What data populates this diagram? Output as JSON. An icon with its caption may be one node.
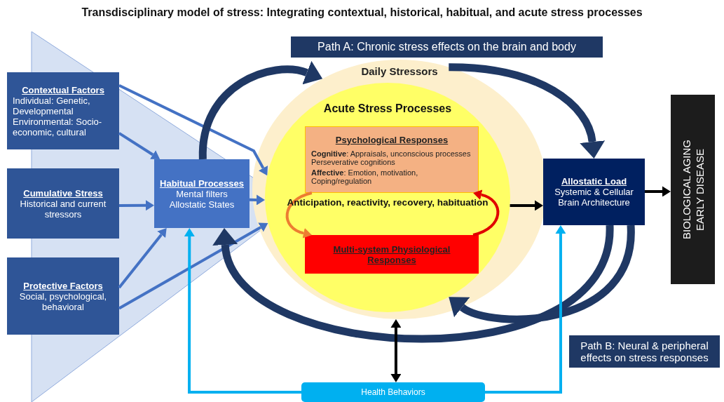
{
  "diagram": {
    "title": "Transdisciplinary model of stress: Integrating contextual, historical, habitual, and acute stress processes",
    "nodes": [
      {
        "text": [
          "Path A: Chronic stress effects on the brain and body"
        ]
      },
      {
        "text": [
          "Contextual Factors",
          "Individual: Genetic, Developmental",
          "Environmental: Socio-economic, cultural"
        ]
      },
      {
        "text": [
          "Cumulative Stress",
          "Historical and current stressors"
        ]
      },
      {
        "text": [
          "Protective Factors",
          "Social, psychological, behavioral"
        ]
      },
      {
        "text": [
          "Habitual Processes",
          "Mental filters",
          "Allostatic States"
        ]
      },
      {
        "text": [
          "Daily Stressors"
        ]
      },
      {
        "text": [
          "Acute Stress Processes",
          "Anticipation, reactivity, recovery, habituation"
        ],
        "in": 5
      },
      {
        "text": [
          "Psychological Responses",
          "**Cognitive**: Appraisals, unconscious processes Perseverative cognitions",
          "**Affective**: Emotion, motivation, Coping/regulation"
        ],
        "in": 6
      },
      {
        "text": [
          "Multi-system Physiological Responses"
        ],
        "in": 6
      },
      {
        "text": [
          "Allostatic Load",
          "Systemic & Cellular",
          "Brain Architecture"
        ]
      },
      {
        "text": [
          "BIOLOGICAL AGING",
          "EARLY DISEASE"
        ]
      },
      {
        "text": [
          "Path B: Neural & peripheral effects on stress responses"
        ]
      },
      {
        "text": [
          "Health Behaviors"
        ]
      }
    ],
    "edges": [
      {
        "from": 1,
        "to": 4,
        "arrow": "to"
      },
      {
        "from": 1,
        "to": 6,
        "arrow": "to"
      },
      {
        "from": 2,
        "to": 4,
        "arrow": "to"
      },
      {
        "from": 3,
        "to": 4,
        "arrow": "to"
      },
      {
        "from": 3,
        "to": 6,
        "arrow": "to"
      },
      {
        "from": 4,
        "to": 6,
        "arrow": "to"
      },
      {
        "from": 4,
        "to": 5,
        "arrow": "to",
        "style": "thick",
        "color": "#1f3864"
      },
      {
        "from": 5,
        "to": 9,
        "arrow": "to",
        "style": "thick",
        "color": "#1f3864"
      },
      {
        "from": 9,
        "to": 4,
        "arrow": "to",
        "style": "thick",
        "color": "#1f3864"
      },
      {
        "from": 9,
        "to": 6,
        "arrow": "to",
        "style": "thick",
        "color": "#1f3864"
      },
      {
        "from": 7,
        "to": 8,
        "arrow": "to",
        "color": "#ed7d31"
      },
      {
        "from": 8,
        "to": 7,
        "arrow": "to",
        "color": "#e00000"
      },
      {
        "from": 6,
        "to": 9,
        "arrow": "to",
        "color": "#000000"
      },
      {
        "from": 9,
        "to": 10,
        "arrow": "to",
        "color": "#000000"
      },
      {
        "from": 5,
        "to": 12,
        "arrow": "both",
        "color": "#000000"
      },
      {
        "from": 12,
        "to": 4,
        "arrow": "to",
        "color": "#00b0f0"
      },
      {
        "from": 12,
        "to": 9,
        "arrow": "to",
        "color": "#00b0f0"
      }
    ]
  }
}
